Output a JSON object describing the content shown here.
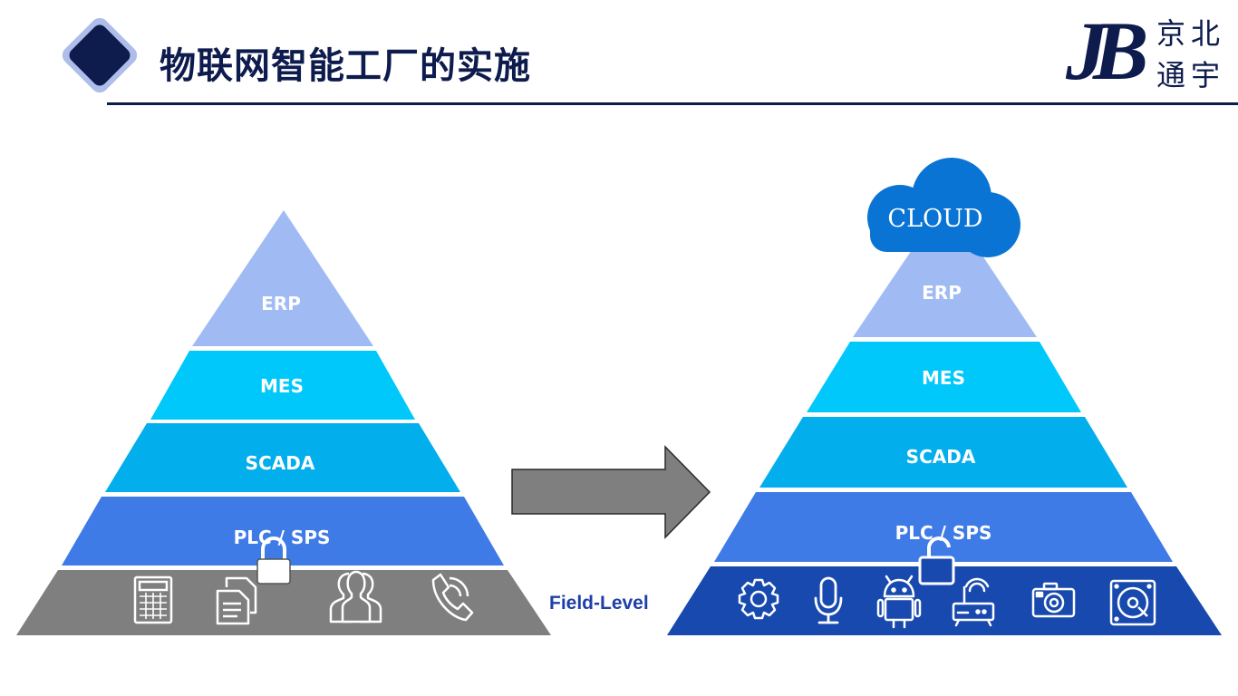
{
  "header": {
    "title": "物联网智能工厂的实施",
    "logo_letters": "JB",
    "logo_chars": [
      "京",
      "北",
      "通",
      "宇"
    ]
  },
  "left_pyramid": {
    "layers": [
      "ERP",
      "MES",
      "SCADA",
      "PLC / SPS"
    ],
    "field_icons": [
      "calculator-icon",
      "documents-icon",
      "users-icon",
      "phone-icon"
    ]
  },
  "right_pyramid": {
    "cloud_label": "CLOUD",
    "layers": [
      "ERP",
      "MES",
      "SCADA",
      "PLC / SPS"
    ],
    "field_icons": [
      "gear-icon",
      "microphone-icon",
      "android-icon",
      "router-icon",
      "camera-icon",
      "hard-drive-icon"
    ]
  },
  "field_level_label": "Field-Level",
  "colors": {
    "navy": "#0d1b4d",
    "erp": "#a0baf3",
    "mes": "#00c8fa",
    "scada": "#03aeec",
    "plc": "#3f7be6",
    "field_gray": "#7f7f7f",
    "field_blue": "#1849ae",
    "arrow": "#7f7f7f",
    "cloud": "#0a74d4"
  }
}
